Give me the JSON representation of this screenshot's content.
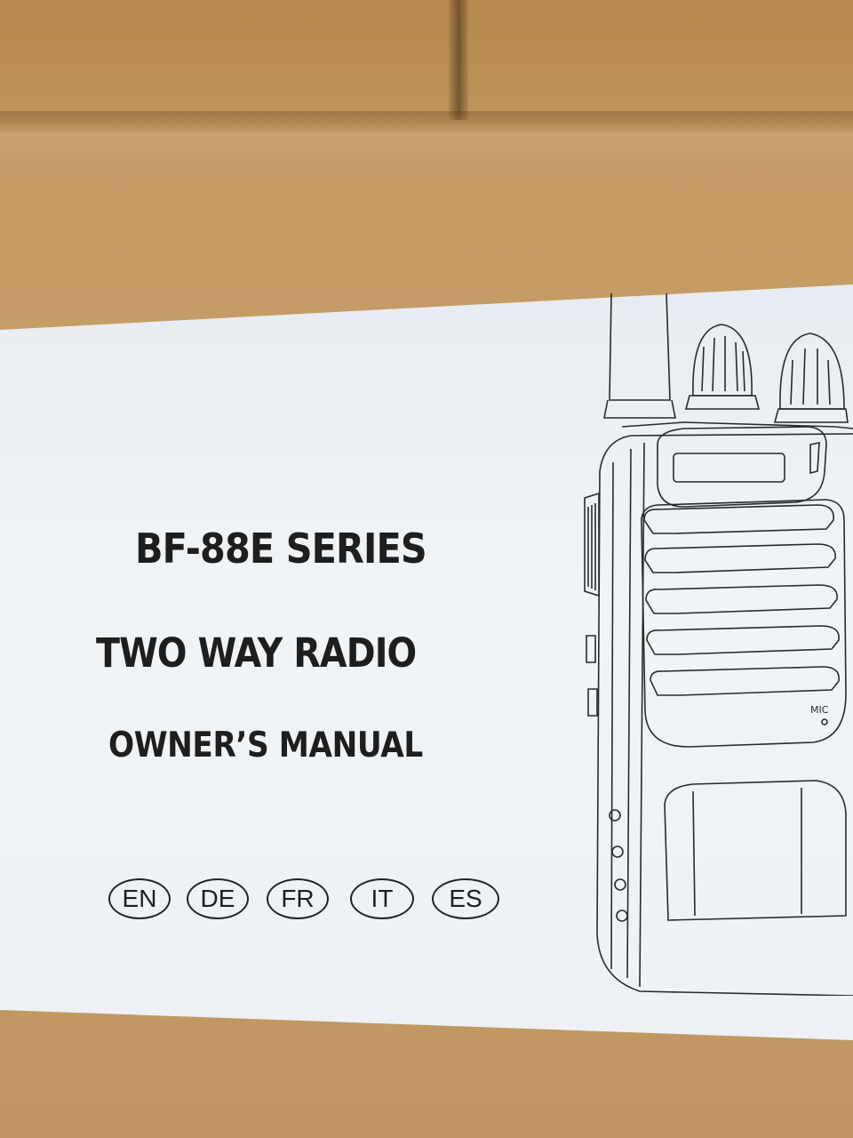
{
  "manual": {
    "title_line1": "BF-88E SERIES",
    "title_line2": "TWO WAY RADIO",
    "title_line3": "OWNER’S  MANUAL"
  },
  "languages": [
    "EN",
    "DE",
    "FR",
    "IT",
    "ES"
  ],
  "illustration": {
    "mic_label": "MIC"
  },
  "colors": {
    "cardboard": "#c49a62",
    "paper": "#eef2f6",
    "ink": "#1e1e1e"
  }
}
